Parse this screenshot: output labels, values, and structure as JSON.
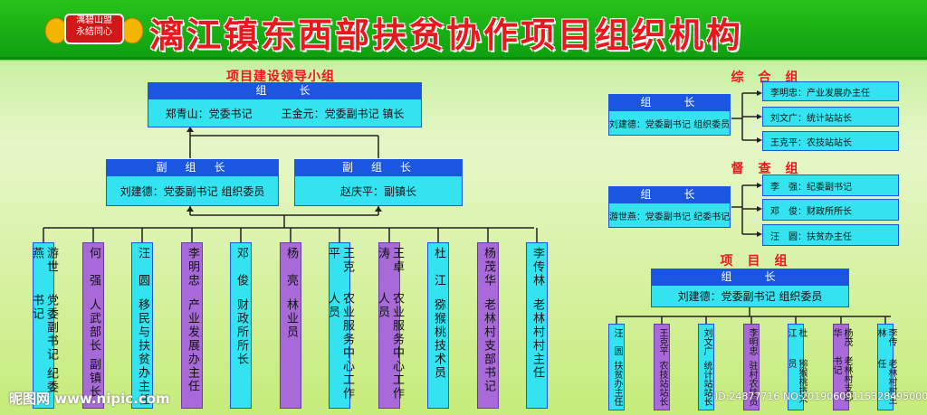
{
  "title": "漓江镇东西部扶贫协作项目组织机构",
  "logo": {
    "line1": "漓碧山盟",
    "line2": "永结同心"
  },
  "lead": {
    "section": "项目建设领导小组",
    "leader_hdr": "组　　长",
    "leaders": [
      "郑青山：党委书记",
      "王金元：党委副书记  镇长"
    ],
    "vice_hdr": "副　组　长",
    "vice_left": "刘建德：党委副书记  组织委员",
    "vice_right": "赵庆平：副镇长"
  },
  "members": [
    {
      "name": "游世燕",
      "role": "党委副书记 纪委书记",
      "color": "cyan"
    },
    {
      "name": "何　强",
      "role": "人武部长 副镇长",
      "color": "purple"
    },
    {
      "name": "汪　圆",
      "role": "移民与扶贫办主任",
      "color": "cyan"
    },
    {
      "name": "李明忠",
      "role": "产业发展办主任",
      "color": "purple"
    },
    {
      "name": "邓　俊",
      "role": "财政所所长",
      "color": "cyan"
    },
    {
      "name": "杨　亮",
      "role": "林业员",
      "color": "purple"
    },
    {
      "name": "王克平",
      "role": "农业服务中心工作人员",
      "color": "cyan"
    },
    {
      "name": "王卓涛",
      "role": "农业服务中心工作人员",
      "color": "purple"
    },
    {
      "name": "杜　江",
      "role": "猕猴桃技术员",
      "color": "cyan"
    },
    {
      "name": "杨茂华",
      "role": "老林村支部书记",
      "color": "purple"
    },
    {
      "name": "李传林",
      "role": "老林村村主任",
      "color": "cyan"
    }
  ],
  "general": {
    "section": "综　合　组",
    "hdr": "组　　长",
    "leader": "刘建德：党委副书记  组织委员",
    "items": [
      "李明忠：产业发展办主任",
      "刘文广：统计站站长",
      "王克平：农技站站长"
    ]
  },
  "supervise": {
    "section": "督　查　组",
    "hdr": "组　　长",
    "leader": "游世燕：党委副书记  纪委书记",
    "items": [
      "李　强：纪委副书记",
      "邓　俊：财政所所长",
      "汪　圆：扶贫办主任"
    ]
  },
  "project": {
    "section": "项　目　组",
    "hdr": "组　　长",
    "leader": "刘建德：党委副书记  组织委员",
    "members": [
      {
        "name": "汪　圆",
        "role": "扶贫办主任",
        "color": "cyan"
      },
      {
        "name": "王克平",
        "role": "农技站站长",
        "color": "purple"
      },
      {
        "name": "刘文广",
        "role": "统计站站长",
        "color": "cyan"
      },
      {
        "name": "李明忠",
        "role": "驻村农技员",
        "color": "purple"
      },
      {
        "name": "杜　江",
        "role": "猕猴桃技术员",
        "color": "cyan"
      },
      {
        "name": "杨茂华",
        "role": "老林村支部书记",
        "color": "purple"
      },
      {
        "name": "李传林",
        "role": "老林村村主任",
        "color": "cyan"
      }
    ]
  },
  "watermark": {
    "left": "昵图网 www.nipic.com",
    "right": "ID:24877716 NO:20190609115328495000"
  }
}
